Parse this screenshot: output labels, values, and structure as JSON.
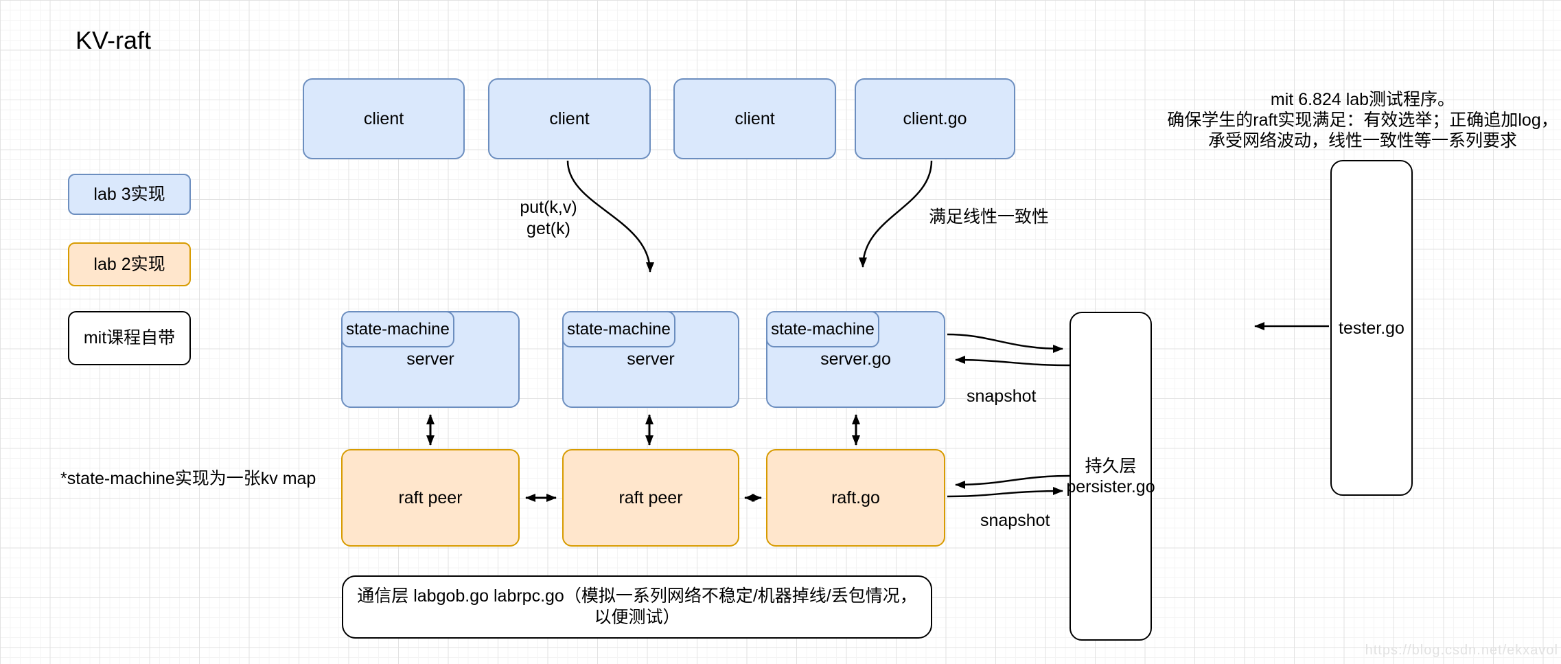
{
  "title": "KV-raft",
  "clients": [
    {
      "label": "client"
    },
    {
      "label": "client"
    },
    {
      "label": "client"
    },
    {
      "label": "client.go"
    }
  ],
  "legend": [
    {
      "label": "lab 3实现",
      "style": "blue"
    },
    {
      "label": "lab 2实现",
      "style": "orange"
    },
    {
      "label": "mit课程自带",
      "style": "white"
    }
  ],
  "servers": [
    {
      "tab": "state-machine",
      "label": "server"
    },
    {
      "tab": "state-machine",
      "label": "server"
    },
    {
      "tab": "state-machine",
      "label": "server.go"
    }
  ],
  "raft_peers": [
    {
      "label": "raft peer"
    },
    {
      "label": "raft peer"
    },
    {
      "label": "raft.go"
    }
  ],
  "comm_layer": {
    "label": "通信层 labgob.go labrpc.go（模拟一系列网络不稳定/机器掉线/丢包情况，以便测试）"
  },
  "persister": {
    "line1": "持久层",
    "line2": "persister.go"
  },
  "tester": {
    "label": "tester.go"
  },
  "tester_note": {
    "line1": "mit 6.824 lab测试程序。",
    "line2": "确保学生的raft实现满足：有效选举；正确追加log，",
    "line3": "承受网络波动，线性一致性等一系列要求"
  },
  "annotations": {
    "client_call_line1": "put(k,v)",
    "client_call_line2": "get(k)",
    "linearizability": "满足线性一致性",
    "snapshot_top": "snapshot",
    "snapshot_bottom": "snapshot",
    "state_machine_note": "*state-machine实现为一张kv map"
  },
  "watermark": "https://blog.csdn.net/ekxavol",
  "colors": {
    "blue_fill": "#dae8fc",
    "blue_stroke": "#6c8ebf",
    "orange_fill": "#ffe6cc",
    "orange_stroke": "#d79b00",
    "box_stroke": "#000000",
    "grid_minor": "#f4f4f4",
    "grid_major": "#e2e2e2",
    "connector": "#000000"
  }
}
